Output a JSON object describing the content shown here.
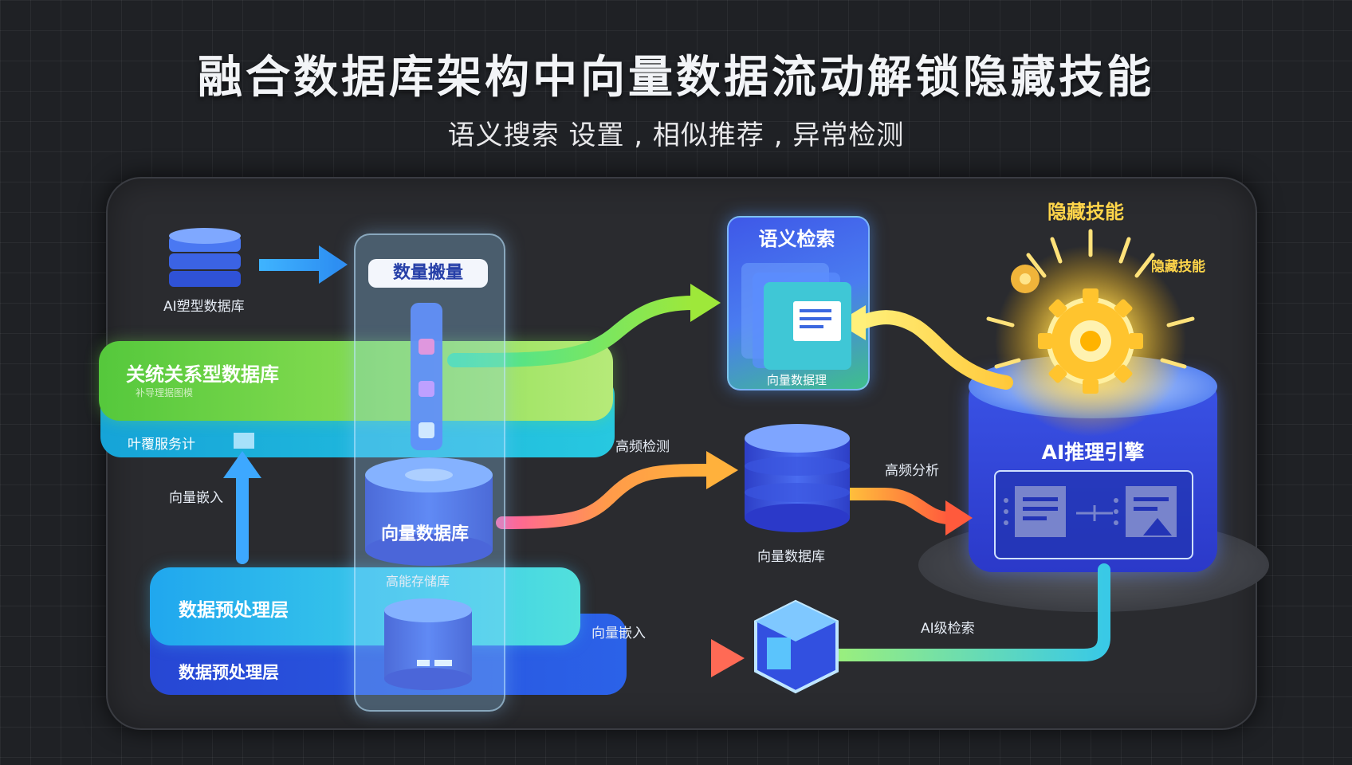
{
  "title": "融合数据库架构中向量数据流动解锁隐藏技能",
  "subtitle": "语义搜索  设置 , 相似推荐 , 异常检测",
  "nodes": {
    "ai_db": "AI塑型数据库",
    "column_label": "数量搬量",
    "relational_db": "关统关系型数据库",
    "relational_sub": "补导理据图模",
    "relational_bottom": "叶覆服务计",
    "vector_embed_left": "向量嵌入",
    "vector_db_main": "向量数据库",
    "storage_label": "高能存储库",
    "preprocess_front": "数据预处理层",
    "preprocess_back": "数据预处理层",
    "semantic_search": "语义检索",
    "semantic_sub": "向量数据理",
    "high_freq": "高频检测",
    "vector_db_mid": "向量数据库",
    "high_analysis": "高频分析",
    "vector_embed_bottom": "向量嵌入",
    "ai_search": "AI级检索",
    "hidden_skills": "隐藏技能",
    "hidden_sub": "隐藏技能",
    "ai_engine": "AI推理引擎"
  },
  "colors": {
    "background": "#1f2125",
    "panel": "#2a2b2f",
    "green": "#7ed957",
    "cyan": "#27c8e0",
    "blue": "#2b4fdc",
    "gold": "#ffd54a",
    "pink": "#ff5fa0",
    "orange": "#ff9a3c"
  },
  "icons": [
    "database-stack-icon",
    "arrow-right-icon",
    "vector-column-icon",
    "document-stack-icon",
    "gear-icon",
    "cylinder-db-icon",
    "cube-icon",
    "document-icon"
  ]
}
